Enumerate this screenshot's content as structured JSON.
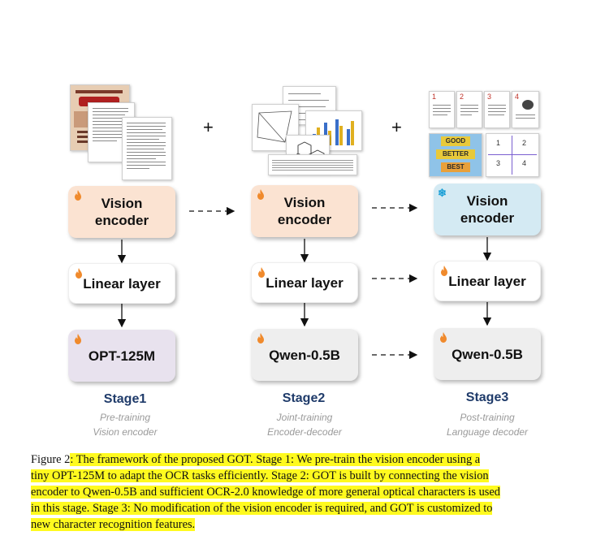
{
  "figure": {
    "stages": [
      {
        "title": "Stage1",
        "sub1": "Pre-training",
        "sub2": "Vision encoder",
        "encoder": {
          "line1": "Vision",
          "line2": "encoder",
          "state": "trainable",
          "color": "#fbe3d2"
        },
        "linear": {
          "label": "Linear layer",
          "state": "trainable"
        },
        "decoder": {
          "label": "OPT-125M",
          "state": "trainable",
          "color": "#e8e2ee"
        }
      },
      {
        "title": "Stage2",
        "sub1": "Joint-training",
        "sub2": "Encoder-decoder",
        "encoder": {
          "line1": "Vision",
          "line2": "encoder",
          "state": "trainable",
          "color": "#fbe3d2"
        },
        "linear": {
          "label": "Linear layer",
          "state": "trainable"
        },
        "decoder": {
          "label": "Qwen-0.5B",
          "state": "trainable",
          "color": "#eeeeee"
        }
      },
      {
        "title": "Stage3",
        "sub1": "Post-training",
        "sub2": "Language decoder",
        "encoder": {
          "line1": "Vision",
          "line2": "encoder",
          "state": "frozen",
          "color": "#d4eaf3"
        },
        "linear": {
          "label": "Linear layer",
          "state": "trainable"
        },
        "decoder": {
          "label": "Qwen-0.5B",
          "state": "trainable",
          "color": "#eeeeee"
        }
      }
    ],
    "plus_sign": "+",
    "icons": {
      "trainable": "fire-icon",
      "frozen": "snowflake-icon"
    },
    "thumbnail_text": {
      "stage3_sign": [
        "GOOD",
        "BETTER",
        "BEST"
      ],
      "stage3_page_numbers": [
        "1",
        "2",
        "3",
        "4"
      ],
      "stage3_grid_numbers": [
        "1",
        "2",
        "3",
        "4"
      ]
    },
    "colors": {
      "stage_title": "#1f3b6a",
      "fire": "#f08a2c",
      "snowflake": "#1a9fd6",
      "highlight": "#fffa1f"
    }
  },
  "caption": {
    "label": "Figure 2",
    "lines": [
      ": The framework of the proposed GOT. Stage 1: We pre-train the vision encoder using a",
      "tiny OPT-125M to adapt the OCR tasks efficiently. Stage 2: GOT is built by connecting the vision",
      "encoder to Qwen-0.5B and sufficient OCR-2.0 knowledge of more general optical characters is used",
      "in this stage. Stage 3: No modification of the vision encoder is required, and GOT is customized to",
      "new character recognition features."
    ]
  }
}
